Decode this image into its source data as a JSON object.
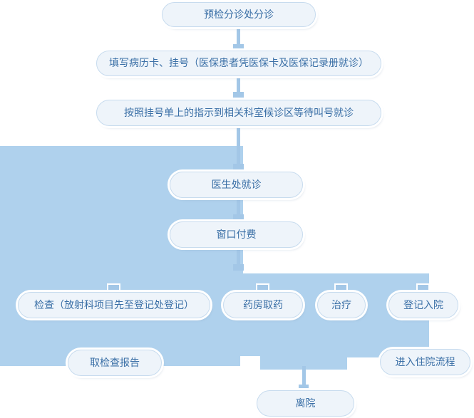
{
  "flow": {
    "triage": "预检分诊处分诊",
    "register": "填写病历卡、挂号（医保患者凭医保卡及医保记录册就诊）",
    "wait_call": "按照挂号单上的指示到相关科室候诊区等待叫号就诊",
    "doctor_visit": "医生处就诊",
    "window_pay": "窗口付费",
    "exam": "检查（放射科项目先至登记处登记）",
    "pharmacy": "药房取药",
    "treatment": "治疗",
    "admission_register": "登记入院",
    "get_report": "取检查报告",
    "inpatient_process": "进入住院流程",
    "leave_hospital": "离院"
  },
  "colors": {
    "highlight_region": "#afd1ed",
    "connector": "#a3c7e7",
    "node_fill": "#eef4fa",
    "node_border": "#c7dbee",
    "node_text": "#3a6fa6"
  }
}
